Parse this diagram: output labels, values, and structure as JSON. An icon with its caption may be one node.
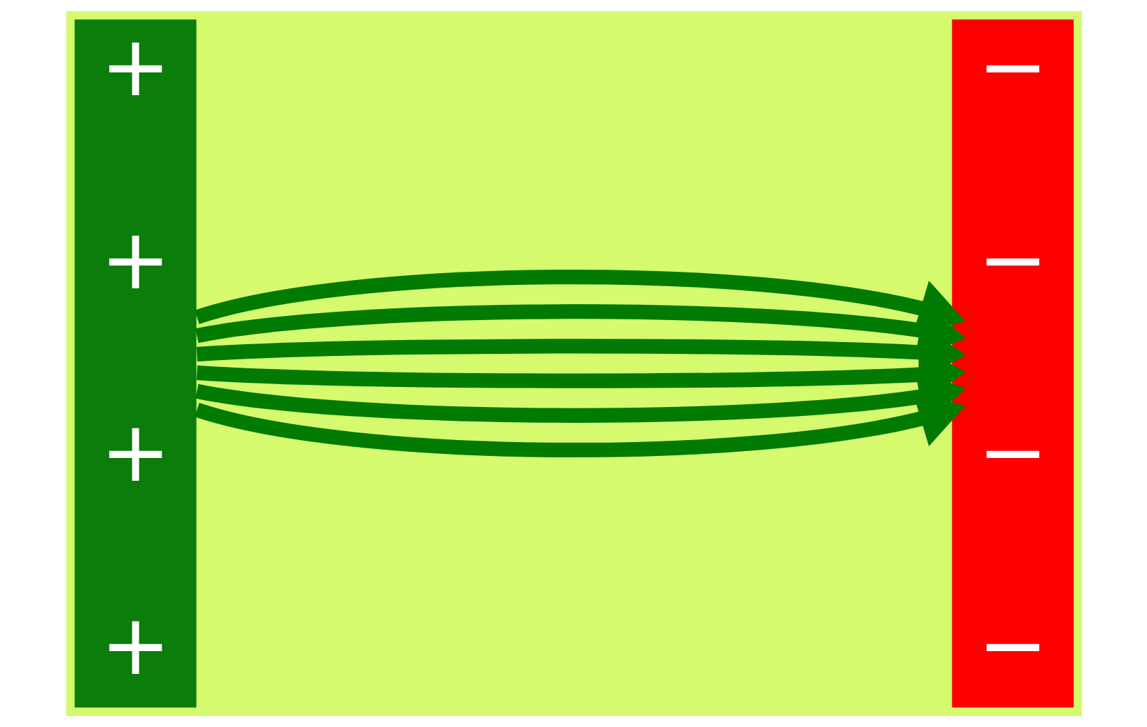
{
  "diagram": {
    "nodes": [
      {
        "text": [
          "+",
          "+",
          "+",
          "+"
        ]
      },
      {
        "text": [
          "−",
          "−",
          "−",
          "−"
        ]
      }
    ],
    "edges": [
      {
        "from": 0,
        "to": 1,
        "arrow": "to"
      },
      {
        "from": 0,
        "to": 1,
        "arrow": "to"
      },
      {
        "from": 0,
        "to": 1,
        "arrow": "to"
      },
      {
        "from": 0,
        "to": 1,
        "arrow": "to"
      },
      {
        "from": 0,
        "to": 1,
        "arrow": "to"
      },
      {
        "from": 0,
        "to": 1,
        "arrow": "to"
      }
    ]
  }
}
